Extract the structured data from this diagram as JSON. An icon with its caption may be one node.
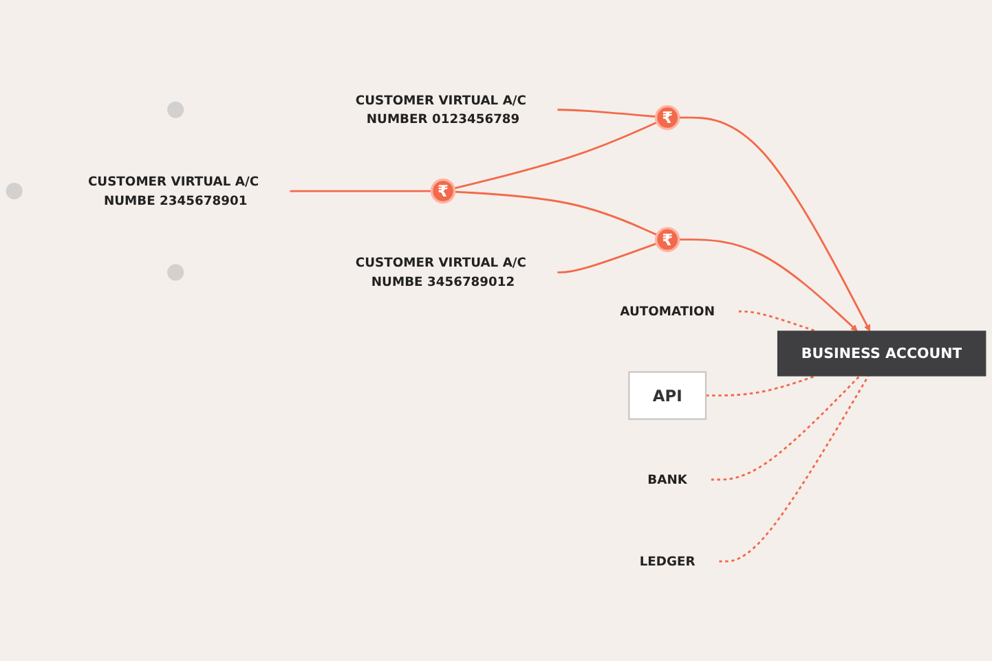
{
  "diagram": {
    "nodes": [
      {
        "text": [],
        "shape": "person"
      },
      {
        "text": [
          "CUSTOMER VIRTUAL A/C NUMBER 0123456789"
        ]
      },
      {
        "text": [],
        "shape": "person"
      },
      {
        "text": [
          "CUSTOMER VIRTUAL A/C NUMBE 2345678901"
        ]
      },
      {
        "text": [],
        "shape": "person"
      },
      {
        "text": [
          "CUSTOMER VIRTUAL A/C NUMBE 3456789012"
        ]
      },
      {
        "text": [
          "₹"
        ]
      },
      {
        "text": [
          "₹"
        ]
      },
      {
        "text": [
          "₹"
        ]
      },
      {
        "text": [
          "AUTOMATION"
        ]
      },
      {
        "text": [
          "API"
        ]
      },
      {
        "text": [
          "BUSINESS ACCOUNT"
        ]
      },
      {
        "text": [
          "BANK"
        ]
      },
      {
        "text": [
          "LEDGER"
        ]
      }
    ],
    "edges": [
      {
        "from": 1,
        "to": 7,
        "arrow": "none"
      },
      {
        "from": 3,
        "to": 6,
        "arrow": "none"
      },
      {
        "from": 6,
        "to": 7,
        "arrow": "none"
      },
      {
        "from": 6,
        "to": 8,
        "arrow": "none"
      },
      {
        "from": 5,
        "to": 8,
        "arrow": "none"
      },
      {
        "from": 7,
        "to": 11,
        "arrow": "to"
      },
      {
        "from": 8,
        "to": 11,
        "arrow": "to"
      },
      {
        "from": 9,
        "to": 11,
        "arrow": "none",
        "style": "dashed"
      },
      {
        "from": 10,
        "to": 11,
        "arrow": "none",
        "style": "dashed"
      },
      {
        "from": 12,
        "to": 11,
        "arrow": "none",
        "style": "dashed"
      },
      {
        "from": 13,
        "to": 11,
        "arrow": "none",
        "style": "dashed"
      }
    ]
  }
}
